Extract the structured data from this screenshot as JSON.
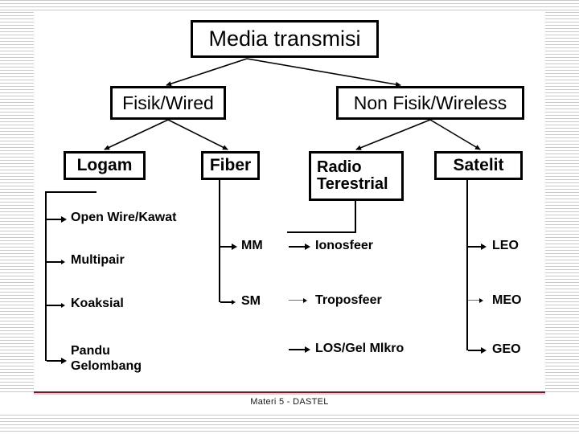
{
  "slide": {
    "footer_text": "Materi 5 - DASTEL",
    "accent_dark": "#6b1f2b",
    "accent_light": "#e8c3c8",
    "line_color": "#000000",
    "background": "#ffffff"
  },
  "diagram": {
    "title": "Media transmisi",
    "nodes": {
      "root": "Media transmisi",
      "wired": "Fisik/Wired",
      "wireless": "Non Fisik/Wireless",
      "logam": "Logam",
      "fiber": "Fiber",
      "radio": "Radio\nTerestrial",
      "satelit": "Satelit"
    },
    "leaves": {
      "logam": [
        "Open Wire/Kawat",
        "Multipair",
        "Koaksial",
        "Pandu\nGelombang"
      ],
      "fiber": [
        "MM",
        "SM"
      ],
      "radio": [
        "Ionosfeer",
        "Troposfeer",
        "LOS/Gel Mlkro"
      ],
      "satelit": [
        "LEO",
        "MEO",
        "GEO"
      ]
    }
  }
}
